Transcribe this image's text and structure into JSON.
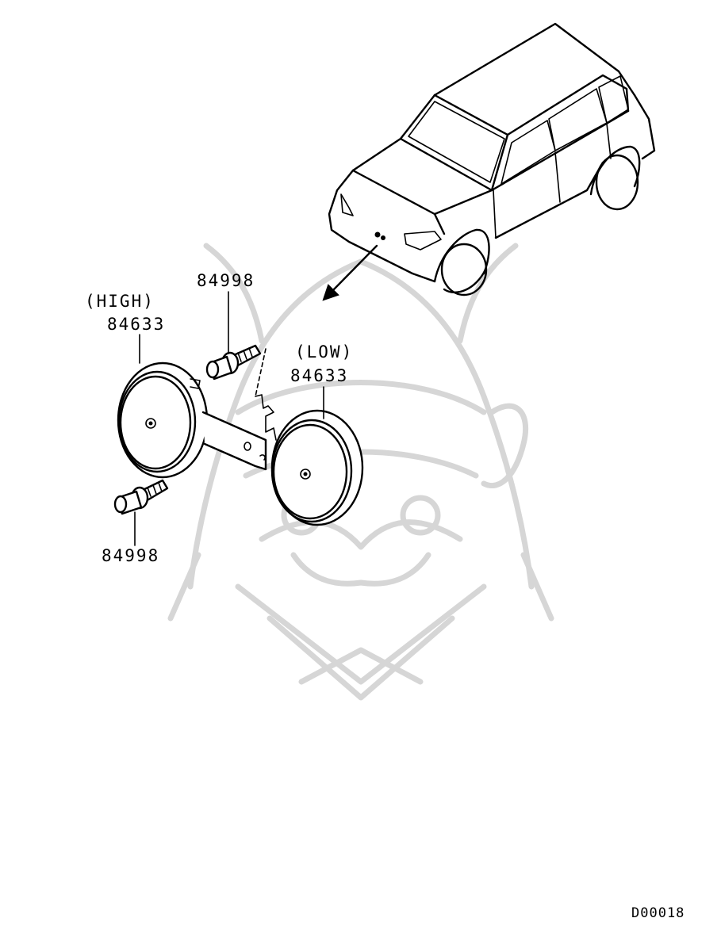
{
  "labels": {
    "high_label": "(HIGH)",
    "high_part": "84633",
    "bolt_top": "84998",
    "low_label": "(LOW)",
    "low_part": "84633",
    "bolt_bottom": "84998",
    "diagram_code": "D00018"
  },
  "colors": {
    "ink": "#000000",
    "watermark": "#d6d6d6",
    "background": "#ffffff"
  }
}
